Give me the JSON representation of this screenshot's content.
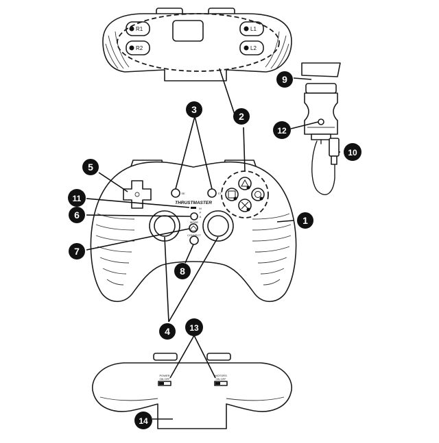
{
  "callouts": [
    {
      "id": "c1",
      "n": "1"
    },
    {
      "id": "c2",
      "n": "2"
    },
    {
      "id": "c3",
      "n": "3"
    },
    {
      "id": "c4",
      "n": "4"
    },
    {
      "id": "c5",
      "n": "5"
    },
    {
      "id": "c6",
      "n": "6"
    },
    {
      "id": "c7",
      "n": "7"
    },
    {
      "id": "c8",
      "n": "8"
    },
    {
      "id": "c9",
      "n": "9"
    },
    {
      "id": "c10",
      "n": "10"
    },
    {
      "id": "c11",
      "n": "11"
    },
    {
      "id": "c12",
      "n": "12"
    },
    {
      "id": "c13",
      "n": "13"
    },
    {
      "id": "c14",
      "n": "14"
    }
  ],
  "top_view": {
    "left_buttons": [
      "R1",
      "R2"
    ],
    "right_buttons": [
      "L1",
      "L2"
    ]
  },
  "front_view": {
    "brand": "THRUSTMASTER",
    "select_label": "SE",
    "start_label": "ST",
    "mode_label": "MODE",
    "connect_label": "CONNECT",
    "indicator_labels": [
      "M",
      "P",
      "A"
    ]
  },
  "bottom_view": {
    "power_switch": "POWER\nON OFF",
    "motors_switch": "MOTORS\nON OFF"
  }
}
